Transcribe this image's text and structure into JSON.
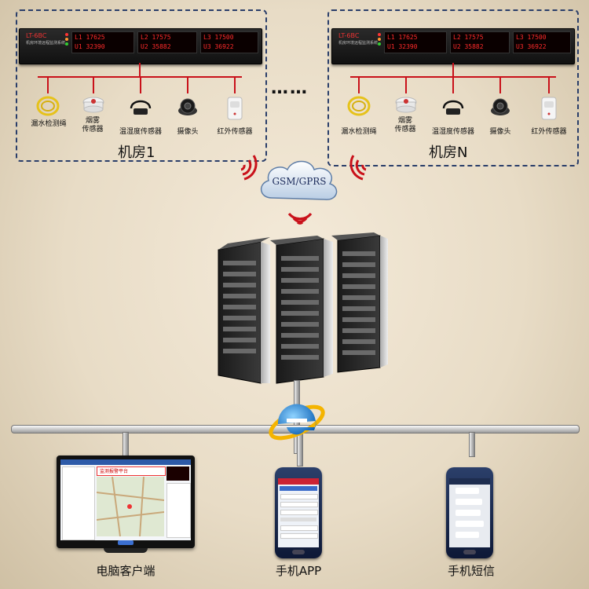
{
  "rooms": [
    {
      "title": "机房1",
      "device": {
        "brand": "LT-6BC",
        "subtitle": "机房环境远程监测系统",
        "readings": [
          "L1  17625",
          "U1  32390",
          "L2  17575",
          "U2  35882",
          "L3  17500",
          "U3  36922"
        ]
      },
      "sensors": [
        {
          "label": "漏水检测绳",
          "icon": "water-leak-rope-icon"
        },
        {
          "label": "烟雾\n传感器",
          "icon": "smoke-detector-icon"
        },
        {
          "label": "温湿度传感器",
          "icon": "temperature-humidity-sensor-icon"
        },
        {
          "label": "摄像头",
          "icon": "camera-icon"
        },
        {
          "label": "红外传感器",
          "icon": "infrared-sensor-icon"
        }
      ]
    },
    {
      "title": "机房N",
      "device": {
        "brand": "LT-6BC",
        "subtitle": "机房环境远程监测系统",
        "readings": [
          "L1  17625",
          "U1  32390",
          "L2  17575",
          "U2  35882",
          "L3  17500",
          "U3  36922"
        ]
      },
      "sensors": [
        {
          "label": "漏水检测绳",
          "icon": "water-leak-rope-icon"
        },
        {
          "label": "烟雾\n传感器",
          "icon": "smoke-detector-icon"
        },
        {
          "label": "温湿度传感器",
          "icon": "temperature-humidity-sensor-icon"
        },
        {
          "label": "摄像头",
          "icon": "camera-icon"
        },
        {
          "label": "红外传感器",
          "icon": "infrared-sensor-icon"
        }
      ]
    }
  ],
  "ellipsis": "……",
  "network": {
    "label": "GSM/GPRS"
  },
  "server": {
    "icon": "server-racks-icon"
  },
  "internet": {
    "icon": "internet-explorer-icon"
  },
  "clients": [
    {
      "label": "电脑客户端",
      "icon": "desktop-monitor-icon",
      "window_title": "监测报警平台"
    },
    {
      "label": "手机APP",
      "icon": "smartphone-app-icon"
    },
    {
      "label": "手机短信",
      "icon": "smartphone-sms-icon"
    }
  ],
  "colors": {
    "accent_red": "#c9111a",
    "frame_blue": "#2a3e6a",
    "display_red": "#ff2a2a"
  }
}
